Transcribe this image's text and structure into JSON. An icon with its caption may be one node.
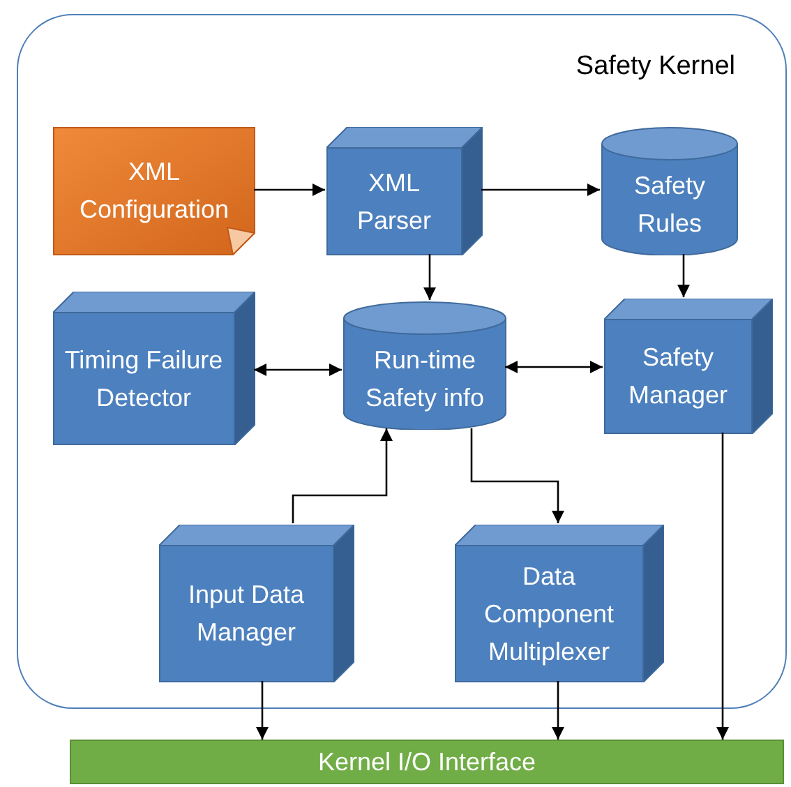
{
  "diagram": {
    "nodes": [
      {
        "text": [
          "Safety Kernel"
        ]
      },
      {
        "text": [
          "XML Configuration"
        ],
        "in": 0
      },
      {
        "text": [
          "XML Parser"
        ],
        "in": 0
      },
      {
        "text": [
          "Safety Rules"
        ],
        "in": 0
      },
      {
        "text": [
          "Timing Failure Detector"
        ],
        "in": 0
      },
      {
        "text": [
          "Run-time Safety info"
        ],
        "in": 0
      },
      {
        "text": [
          "Safety Manager"
        ],
        "in": 0
      },
      {
        "text": [
          "Input Data Manager"
        ],
        "in": 0
      },
      {
        "text": [
          "Data Component Multiplexer"
        ],
        "in": 0
      },
      {
        "text": [
          "Kernel I/O Interface"
        ]
      }
    ],
    "edges": [
      {
        "from": 1,
        "to": 2,
        "arrow": "to"
      },
      {
        "from": 2,
        "to": 3,
        "arrow": "to"
      },
      {
        "from": 2,
        "to": 5,
        "arrow": "to"
      },
      {
        "from": 3,
        "to": 6,
        "arrow": "to"
      },
      {
        "from": 4,
        "to": 5,
        "arrow": "both"
      },
      {
        "from": 5,
        "to": 6,
        "arrow": "both"
      },
      {
        "from": 7,
        "to": 5,
        "arrow": "to"
      },
      {
        "from": 5,
        "to": 8,
        "arrow": "to"
      },
      {
        "from": 7,
        "to": 9,
        "arrow": "to"
      },
      {
        "from": 8,
        "to": 9,
        "arrow": "to"
      },
      {
        "from": 6,
        "to": 9,
        "arrow": "to"
      }
    ]
  }
}
